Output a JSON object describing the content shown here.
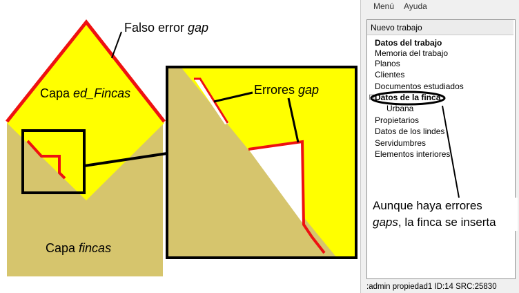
{
  "labels": {
    "falso_prefix": "Falso error ",
    "falso_em": "gap",
    "capa_ed_prefix": "Capa ",
    "capa_ed_em": "ed_Fincas",
    "errores_prefix": "Errores ",
    "errores_em": "gap",
    "capa_fincas_prefix": "Capa ",
    "capa_fincas_em": "fincas"
  },
  "panel": {
    "menu": [
      "Menú",
      "Ayuda"
    ],
    "header": "Nuevo trabajo",
    "items": [
      {
        "label": "Datos del trabajo",
        "bold": true
      },
      {
        "label": "Memoria del trabajo",
        "bold": false
      },
      {
        "label": "Planos",
        "bold": false
      },
      {
        "label": "Clientes",
        "bold": false
      },
      {
        "label": "Documentos estudiados",
        "bold": false
      },
      {
        "label": "Datos de la finca",
        "bold": true
      },
      {
        "label": "Urbana",
        "bold": false
      },
      {
        "label": "Propietarios",
        "bold": false
      },
      {
        "label": "Datos de los lindes",
        "bold": false
      },
      {
        "label": "Servidumbres",
        "bold": false
      },
      {
        "label": "Elementos interiores",
        "bold": false
      }
    ],
    "status": ":admin  propiedad1  ID:14  SRC:25830"
  },
  "annotation": {
    "line1": "Aunque haya errores",
    "line2_em": "gaps",
    "line2_rest": ", la finca se inserta"
  },
  "colors": {
    "yellow": "#ffff00",
    "khaki": "#d6c56d",
    "red": "#ee1111",
    "black": "#000000"
  }
}
